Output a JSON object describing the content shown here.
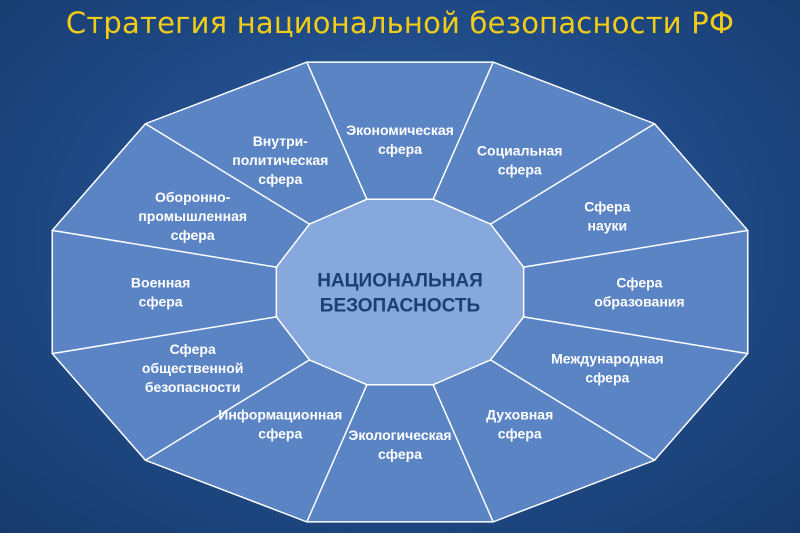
{
  "title": "Стратегия национальной безопасности РФ",
  "center": {
    "lines": [
      "НАЦИОНАЛЬНАЯ",
      "БЕЗОПАСНОСТЬ"
    ]
  },
  "segments": [
    {
      "id": "economic",
      "lines": [
        "Экономическая",
        "сфера"
      ]
    },
    {
      "id": "social",
      "lines": [
        "Социальная",
        "сфера"
      ]
    },
    {
      "id": "science",
      "lines": [
        "Сфера",
        "науки"
      ]
    },
    {
      "id": "education",
      "lines": [
        "Сфера",
        "образования"
      ]
    },
    {
      "id": "international",
      "lines": [
        "Международная",
        "сфера"
      ]
    },
    {
      "id": "spiritual",
      "lines": [
        "Духовная",
        "сфера"
      ]
    },
    {
      "id": "ecological",
      "lines": [
        "Экологическая",
        "сфера"
      ]
    },
    {
      "id": "information",
      "lines": [
        "Информационная",
        "сфера"
      ]
    },
    {
      "id": "public-safety",
      "lines": [
        "Сфера",
        "общественной",
        "безопасности"
      ]
    },
    {
      "id": "military",
      "lines": [
        "Военная",
        "сфера"
      ]
    },
    {
      "id": "defense-industry",
      "lines": [
        "Оборонно-",
        "промышленная",
        "сфера"
      ]
    },
    {
      "id": "domestic-political",
      "lines": [
        "Внутри-",
        "политическая",
        "сфера"
      ]
    }
  ],
  "colors": {
    "background": "#1f4a86",
    "outer_fill": "#5b84c4",
    "inner_fill": "#86a8dc",
    "divider": "#ffffff",
    "title": "#f2cc17",
    "center_text": "#1c3f73"
  }
}
